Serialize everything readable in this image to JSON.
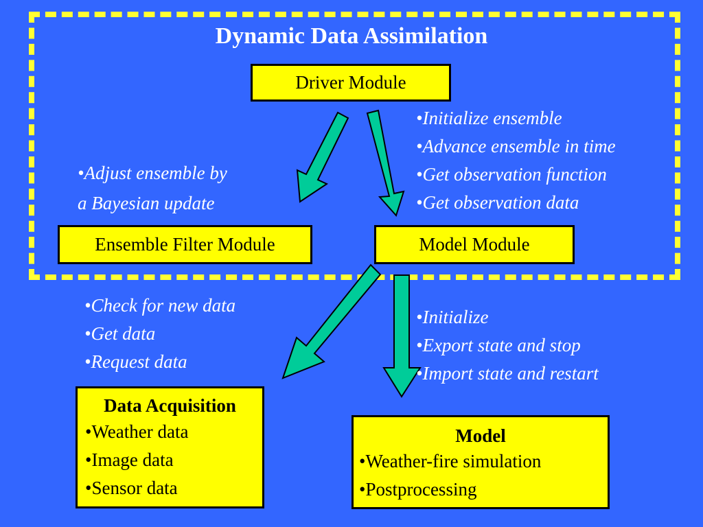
{
  "title": "Dynamic Data Assimilation",
  "boxes": {
    "driver": "Driver Module",
    "ensemble_filter": "Ensemble Filter Module",
    "model_module": "Model Module",
    "data_acquisition": {
      "heading": "Data Acquisition",
      "items": [
        "•Weather data",
        "•Image data",
        "•Sensor data"
      ]
    },
    "model": {
      "heading": "Model",
      "items": [
        "•Weather-fire simulation",
        "•Postprocessing"
      ]
    }
  },
  "annotations": {
    "driver_to_model": [
      "•Initialize ensemble",
      "•Advance ensemble in time",
      "•Get observation function",
      "•Get observation data"
    ],
    "driver_to_filter": [
      "•Adjust ensemble by",
      "a Bayesian update"
    ],
    "model_module_to_acquisition": [
      "•Check for new data",
      "•Get data",
      "•Request data"
    ],
    "model_module_to_model": [
      "•Initialize",
      "•Export state and stop",
      "•Import state and restart"
    ]
  },
  "colors": {
    "background": "#3366ff",
    "box_fill": "#ffff00",
    "frame_dash": "#ffff33",
    "arrow_fill": "#00cc99",
    "text_light": "#ffffff"
  },
  "connections": [
    {
      "from": "driver",
      "to": "ensemble_filter"
    },
    {
      "from": "driver",
      "to": "model_module"
    },
    {
      "from": "model_module",
      "to": "data_acquisition"
    },
    {
      "from": "model_module",
      "to": "model"
    }
  ]
}
